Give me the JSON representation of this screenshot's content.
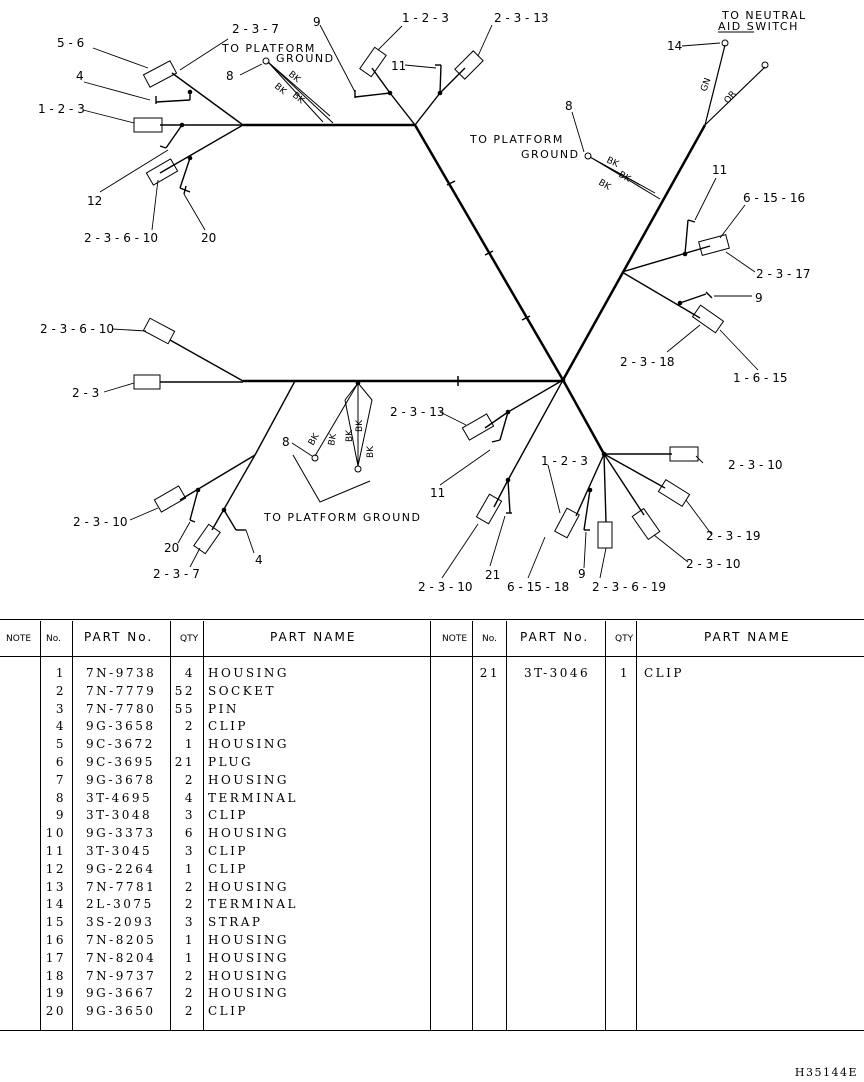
{
  "callouts": {
    "c_2_3_7_top": "2 - 3 - 7",
    "c_5_6": "5 - 6",
    "c_4_top": "4",
    "c_1_2_3_left": "1 - 2 - 3",
    "c_12": "12",
    "c_2_3_6_10_top": "2 - 3 - 6 - 10",
    "c_20_top": "20",
    "c_8_top": "8",
    "c_9_top": "9",
    "c_1_2_3_top": "1 - 2 - 3",
    "c_2_3_13_top": "2 - 3 - 13",
    "c_11_top": "11",
    "c_14": "14",
    "c_8_right": "8",
    "c_11_right": "11",
    "c_6_15_16": "6 - 15 - 16",
    "c_2_3_17": "2 - 3 - 17",
    "c_9_right": "9",
    "c_2_3_18": "2 - 3 - 18",
    "c_1_6_15": "1 - 6 - 15",
    "c_2_3_6_10_mid": "2 - 3 - 6 - 10",
    "c_2_3": "2 - 3",
    "c_8_bottom": "8",
    "c_2_3_13_mid": "2 - 3 - 13",
    "c_11_mid": "11",
    "c_1_2_3_bottom": "1 - 2 - 3",
    "c_2_3_10_br": "2 - 3 - 10",
    "c_2_3_10_left": "2 - 3 - 10",
    "c_20_bottom": "20",
    "c_2_3_7_bottom": "2 - 3 - 7",
    "c_4_bottom": "4",
    "c_2_3_10_bottom": "2 - 3 - 10",
    "c_21": "21",
    "c_6_15_18": "6 - 15 - 18",
    "c_9_bottom": "9",
    "c_2_3_6_19": "2 - 3 - 6 - 19",
    "c_2_3_19": "2 - 3 - 19",
    "c_2_3_10_far": "2 - 3 - 10"
  },
  "captions": {
    "platform_ground_top_1": "TO PLATFORM",
    "platform_ground_top_2": "GROUND",
    "platform_ground_right_1": "TO PLATFORM",
    "platform_ground_right_2": "GROUND",
    "neutral_aid_1": "TO NEUTRAL",
    "neutral_aid_2": "AID SWITCH",
    "platform_ground_bottom": "TO PLATFORM GROUND"
  },
  "wire_colors": {
    "bk": "BK",
    "gn": "GN",
    "or": "OR"
  },
  "table": {
    "headers": {
      "note": "NOTE",
      "no": "No.",
      "part_no": "PART  No.",
      "qty": "QTY",
      "part_name": "PART  NAME"
    },
    "rows": [
      {
        "no": "1",
        "part_no": "7N-9738",
        "qty": "4",
        "name": "HOUSING"
      },
      {
        "no": "2",
        "part_no": "7N-7779",
        "qty": "52",
        "name": "SOCKET"
      },
      {
        "no": "3",
        "part_no": "7N-7780",
        "qty": "55",
        "name": "PIN"
      },
      {
        "no": "4",
        "part_no": "9G-3658",
        "qty": "2",
        "name": "CLIP"
      },
      {
        "no": "5",
        "part_no": "9C-3672",
        "qty": "1",
        "name": "HOUSING"
      },
      {
        "no": "6",
        "part_no": "9C-3695",
        "qty": "21",
        "name": "PLUG"
      },
      {
        "no": "7",
        "part_no": "9G-3678",
        "qty": "2",
        "name": "HOUSING"
      },
      {
        "no": "8",
        "part_no": "3T-4695",
        "qty": "4",
        "name": "TERMINAL"
      },
      {
        "no": "9",
        "part_no": "3T-3048",
        "qty": "3",
        "name": "CLIP"
      },
      {
        "no": "10",
        "part_no": "9G-3373",
        "qty": "6",
        "name": "HOUSING"
      },
      {
        "no": "11",
        "part_no": "3T-3045",
        "qty": "3",
        "name": "CLIP"
      },
      {
        "no": "12",
        "part_no": "9G-2264",
        "qty": "1",
        "name": "CLIP"
      },
      {
        "no": "13",
        "part_no": "7N-7781",
        "qty": "2",
        "name": "HOUSING"
      },
      {
        "no": "14",
        "part_no": "2L-3075",
        "qty": "2",
        "name": "TERMINAL"
      },
      {
        "no": "15",
        "part_no": "3S-2093",
        "qty": "3",
        "name": "STRAP"
      },
      {
        "no": "16",
        "part_no": "7N-8205",
        "qty": "1",
        "name": "HOUSING"
      },
      {
        "no": "17",
        "part_no": "7N-8204",
        "qty": "1",
        "name": "HOUSING"
      },
      {
        "no": "18",
        "part_no": "7N-9737",
        "qty": "2",
        "name": "HOUSING"
      },
      {
        "no": "19",
        "part_no": "9G-3667",
        "qty": "2",
        "name": "HOUSING"
      },
      {
        "no": "20",
        "part_no": "9G-3650",
        "qty": "2",
        "name": "CLIP"
      }
    ],
    "rows_right": [
      {
        "no": "21",
        "part_no": "3T-3046",
        "qty": "1",
        "name": "CLIP"
      }
    ]
  },
  "doc_code": "H35144E"
}
